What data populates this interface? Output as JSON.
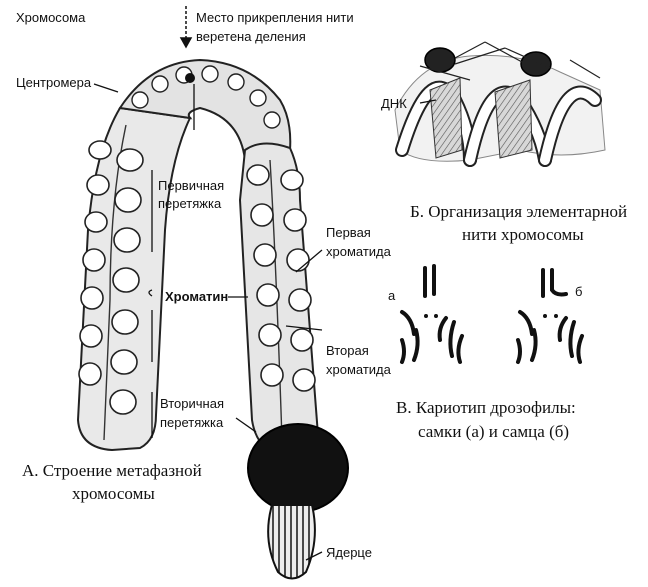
{
  "figure": {
    "panel_a": {
      "caption_line1": "А. Строение метафазной",
      "caption_line2": "хромосомы",
      "labels": {
        "chromosome": "Хромосома",
        "attachment_line1": "Место прикрепления нити",
        "attachment_line2": "веретена деления",
        "centromere": "Центромера",
        "primary_constriction_line1": "Первичная",
        "primary_constriction_line2": "перетяжка",
        "chromatin": "Хроматин",
        "first_chromatid_line1": "Первая",
        "first_chromatid_line2": "хроматида",
        "second_chromatid_line1": "Вторая",
        "second_chromatid_line2": "хроматида",
        "secondary_constriction_line1": "Вторичная",
        "secondary_constriction_line2": "перетяжка",
        "nucleolus": "Ядерце"
      }
    },
    "panel_b": {
      "caption_line1": "Б. Организация элементарной",
      "caption_line2": "нити хромосомы",
      "dna_label": "ДНК"
    },
    "panel_c": {
      "caption_line1": "В. Кариотип дрозофилы:",
      "caption_line2": "самки (а) и самца (б)",
      "label_a": "а",
      "label_b": "б"
    }
  }
}
